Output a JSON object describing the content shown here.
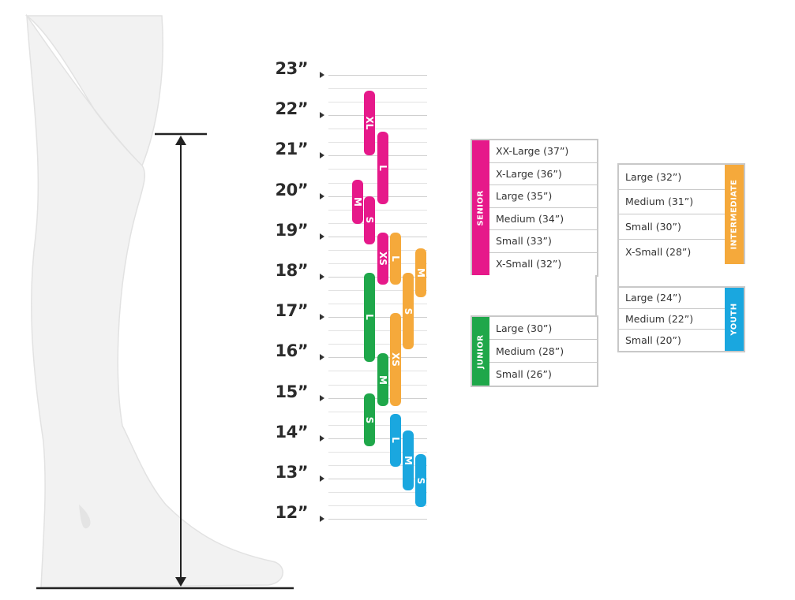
{
  "scale": {
    "ticks": [
      "23”",
      "22”",
      "21”",
      "20”",
      "19”",
      "18”",
      "17”",
      "16”",
      "15”",
      "14”",
      "13”",
      "12”"
    ]
  },
  "colors": {
    "senior": "#e6198a",
    "junior": "#1fa74a",
    "intermediate": "#f5a93b",
    "youth": "#1aa7df",
    "leg": "#f2f2f2"
  },
  "bars": {
    "senior": [
      {
        "label": "XL",
        "from": 21.0,
        "to": 22.6
      },
      {
        "label": "L",
        "from": 19.8,
        "to": 21.6
      },
      {
        "label": "M",
        "from": 19.3,
        "to": 20.4
      },
      {
        "label": "S",
        "from": 18.8,
        "to": 20.0
      },
      {
        "label": "XS",
        "from": 17.8,
        "to": 19.1
      }
    ],
    "intermediate": [
      {
        "label": "L",
        "from": 17.8,
        "to": 19.1
      },
      {
        "label": "M",
        "from": 17.5,
        "to": 18.7
      },
      {
        "label": "S",
        "from": 16.2,
        "to": 18.1
      },
      {
        "label": "XS",
        "from": 14.8,
        "to": 17.1
      }
    ],
    "junior": [
      {
        "label": "L",
        "from": 15.9,
        "to": 18.1
      },
      {
        "label": "M",
        "from": 14.8,
        "to": 16.1
      },
      {
        "label": "S",
        "from": 13.8,
        "to": 15.1
      }
    ],
    "youth": [
      {
        "label": "L",
        "from": 13.3,
        "to": 14.6
      },
      {
        "label": "M",
        "from": 12.7,
        "to": 14.2
      },
      {
        "label": "S",
        "from": 12.3,
        "to": 13.6
      }
    ]
  },
  "tables": {
    "senior": {
      "label": "SENIOR",
      "rows": [
        "XX-Large (37”)",
        "X-Large (36”)",
        "Large (35”)",
        "Medium (34”)",
        "Small (33”)",
        "X-Small (32”)"
      ]
    },
    "junior": {
      "label": "JUNIOR",
      "rows": [
        "Large (30”)",
        "Medium (28”)",
        "Small (26”)"
      ]
    },
    "intermediate": {
      "label": "INTERMEDIATE",
      "rows": [
        "Large (32”)",
        "Medium (31”)",
        "Small (30”)",
        "X-Small (28”)"
      ]
    },
    "youth": {
      "label": "YOUTH",
      "rows": [
        "Large (24”)",
        "Medium (22”)",
        "Small (20”)"
      ]
    }
  }
}
